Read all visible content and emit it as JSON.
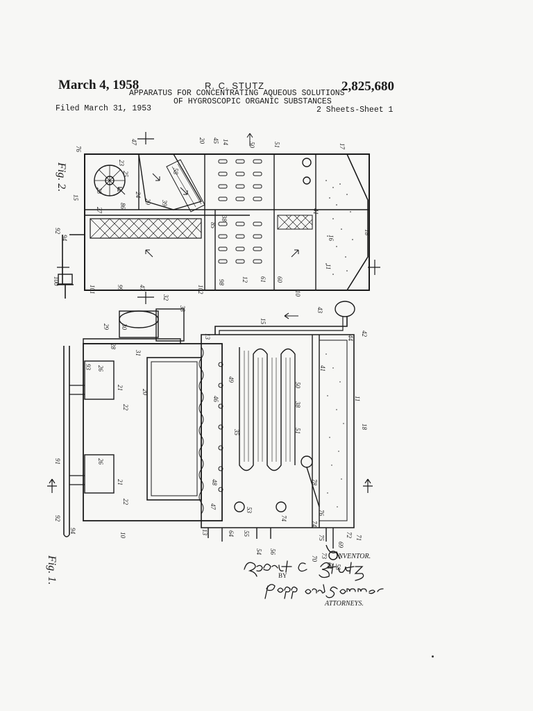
{
  "header": {
    "date": "March 4, 1958",
    "inventor_name": "R. C. STUTZ",
    "patent_number": "2,825,680",
    "title_line1": "APPARATUS FOR CONCENTRATING AQUEOUS SOLUTIONS",
    "title_line2": "OF HYGROSCOPIC ORGANIC SUBSTANCES",
    "filed": "Filed March 31, 1953",
    "sheets": "2 Sheets-Sheet 1"
  },
  "figures": {
    "fig2_label": "Fig. 2.",
    "fig1_label": "Fig. 1."
  },
  "signature": {
    "inventor_label": "INVENTOR.",
    "inventor_signature": "Robert C. Stutz",
    "by_label": "BY",
    "attorney_signature": "Popp and Sommer",
    "attorneys_label": "ATTORNEYS."
  },
  "colors": {
    "ink": "#1a1a1a",
    "paper": "#f7f7f5"
  }
}
